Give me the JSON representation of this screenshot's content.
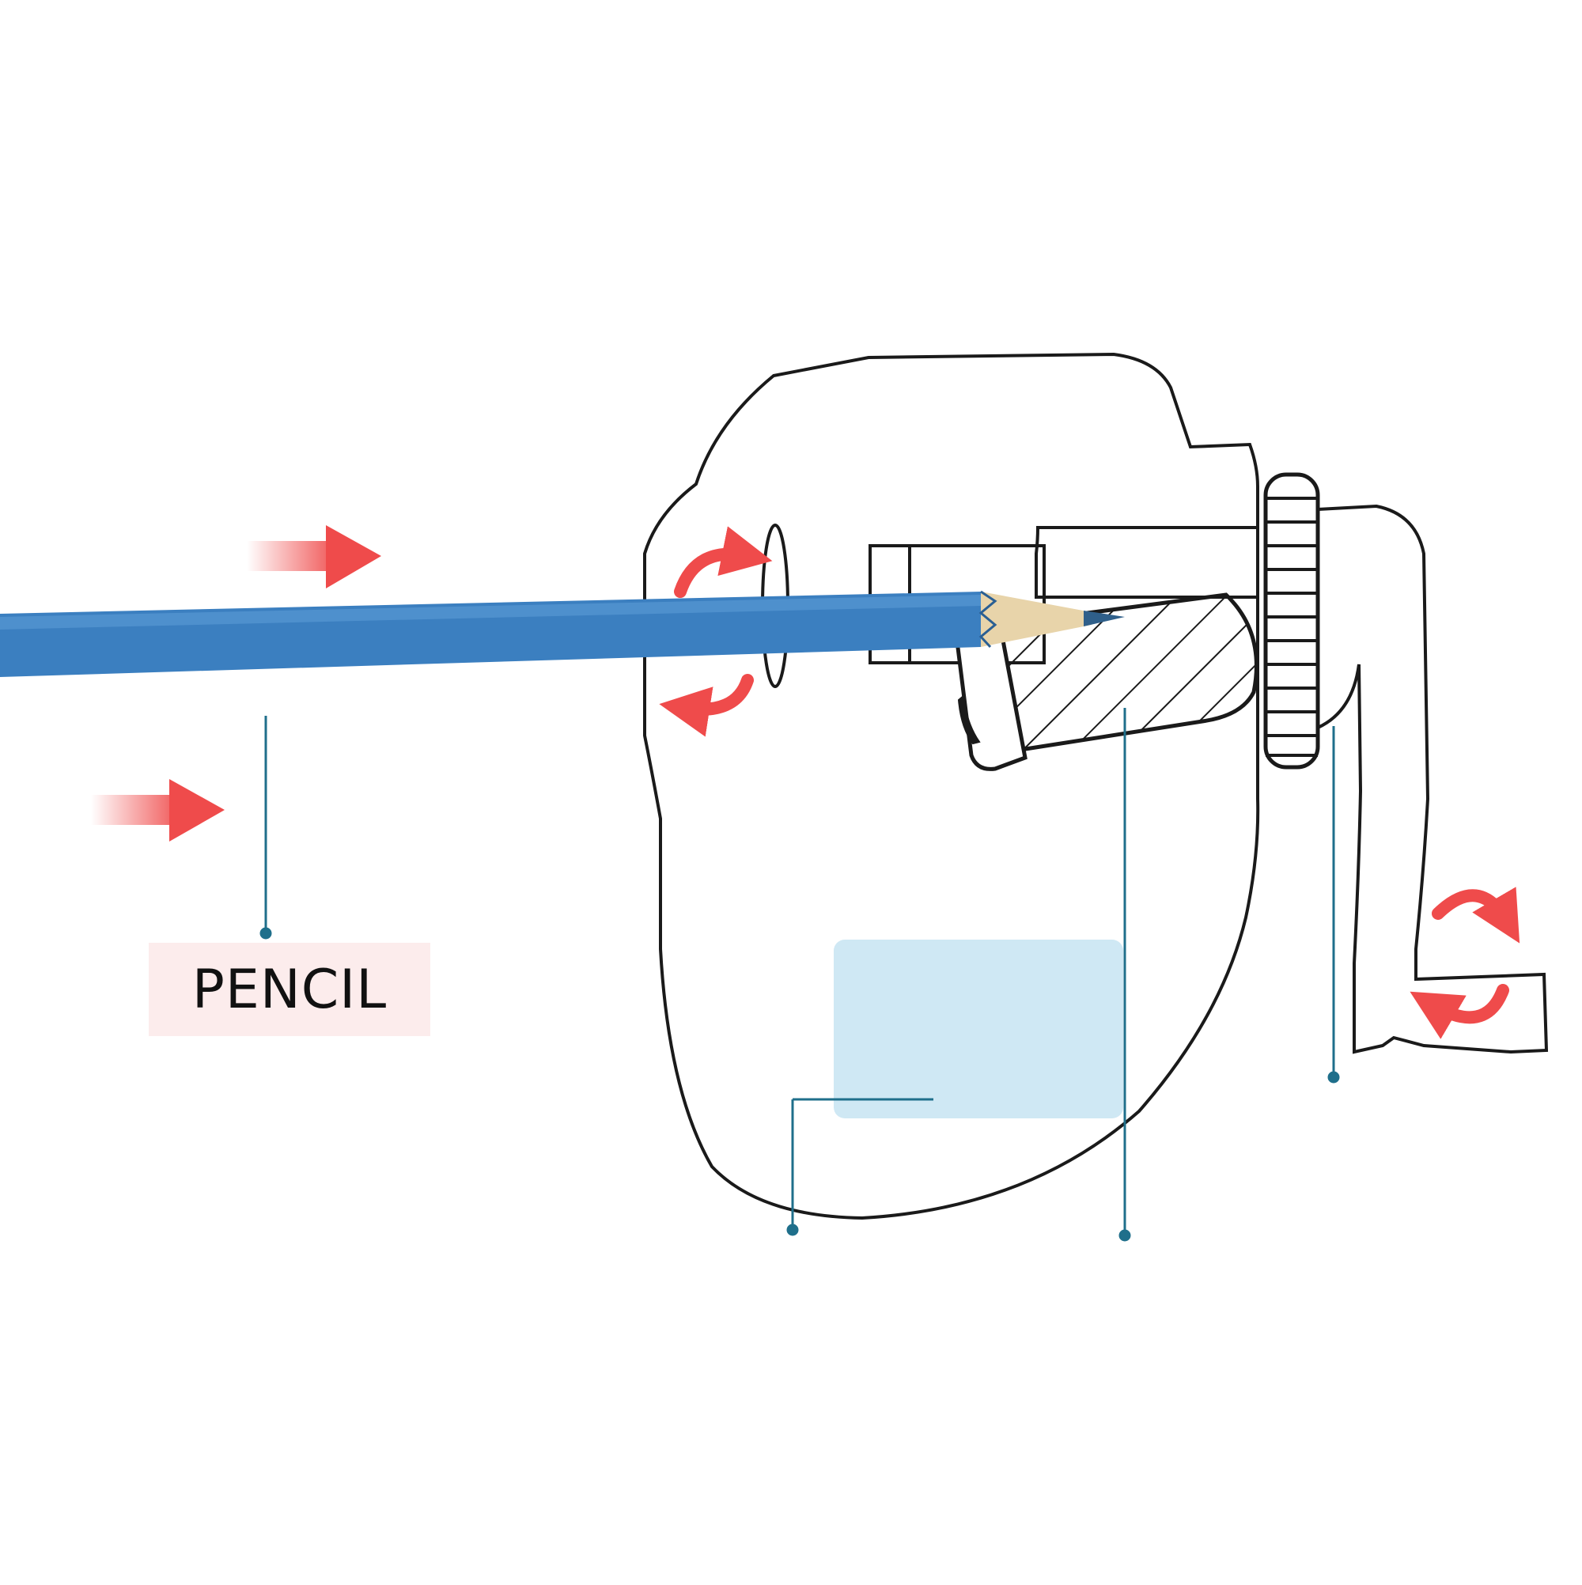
{
  "labels": {
    "pencil": "PENCIL"
  },
  "colors": {
    "outline": "#1a1a1a",
    "pencil_body": "#3b7fc0",
    "pencil_wood": "#e8d4aa",
    "pencil_lead": "#2f5f8a",
    "arrow_red": "#ef4b4b",
    "leader_line": "#1f6f8b",
    "window_fill": "#cfe8f4",
    "label_bg": "#fcecec"
  },
  "icons": {
    "feed_arrows": "push-right-arrow",
    "rotation_markers": "rotate-arrows"
  }
}
